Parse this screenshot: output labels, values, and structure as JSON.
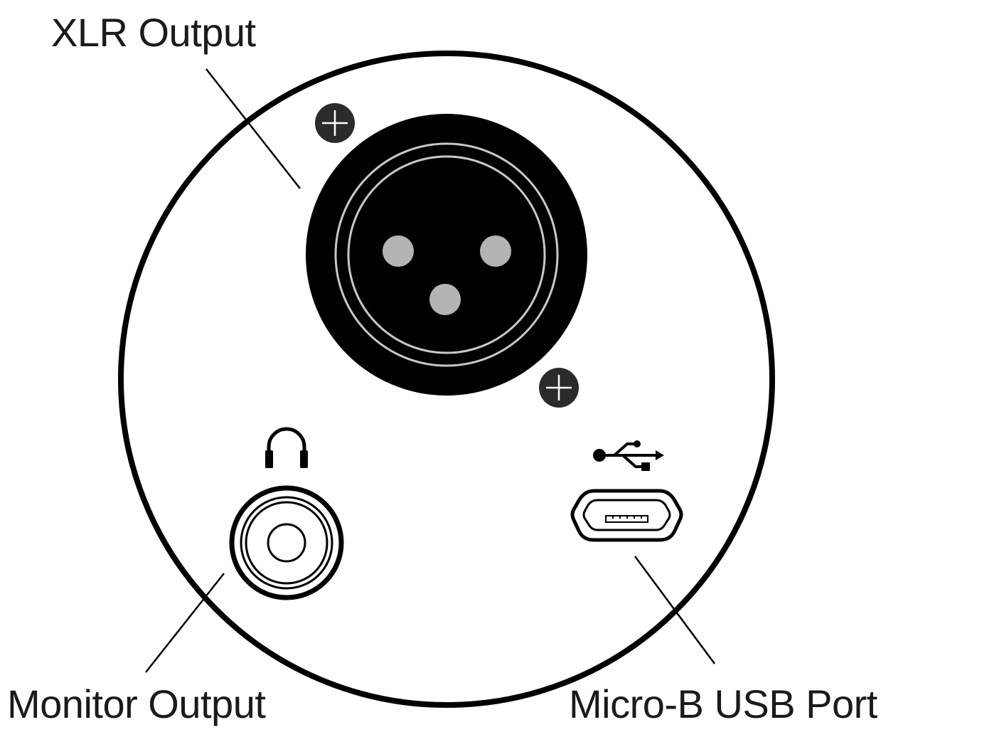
{
  "labels": {
    "xlr_output": "XLR Output",
    "monitor_output": "Monitor Output",
    "usb_port": "Micro-B USB Port"
  },
  "colors": {
    "outline": "#000000",
    "xlr_body": "#000000",
    "xlr_ring": "#c8c8c8",
    "xlr_pins": "#b4b4b4",
    "screws": "#2b2b2b",
    "background": "#ffffff"
  },
  "icons": [
    "headphones-icon",
    "usb-icon",
    "screw-icon"
  ]
}
